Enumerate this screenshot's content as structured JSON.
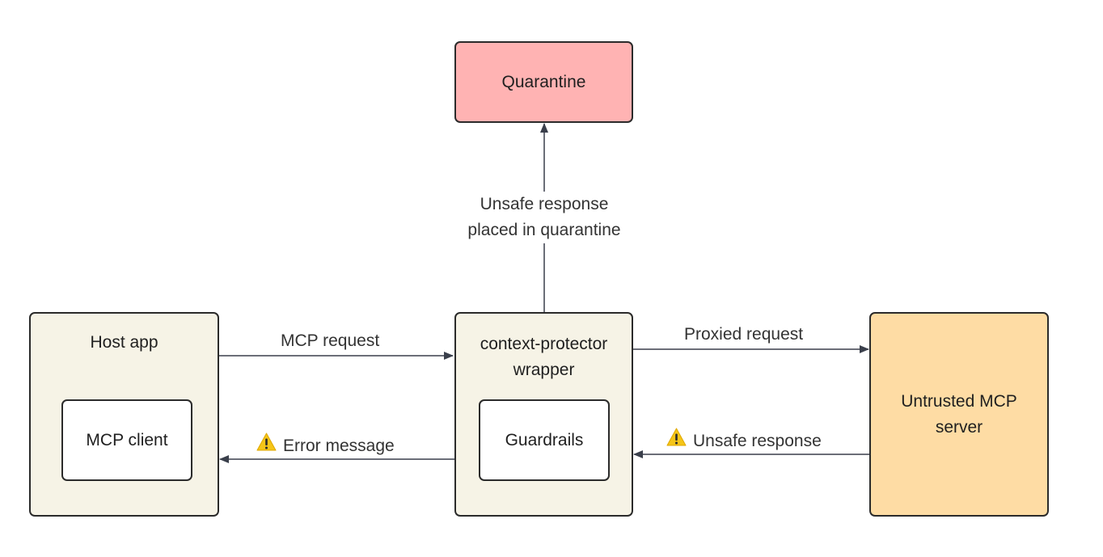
{
  "nodes": {
    "quarantine": "Quarantine",
    "host_app": "Host app",
    "mcp_client": "MCP client",
    "wrapper_line1": "context-protector",
    "wrapper_line2": "wrapper",
    "guardrails": "Guardrails",
    "server_line1": "Untrusted MCP",
    "server_line2": "server"
  },
  "edges": {
    "mcp_request": "MCP request",
    "proxied_request": "Proxied request",
    "unsafe_response": "Unsafe response",
    "error_message": "Error message",
    "quarantine_line1": "Unsafe response",
    "quarantine_line2": "placed in quarantine"
  },
  "icons": {
    "warning": "warning-icon"
  },
  "colors": {
    "quarantine_fill": "#ffb3b3",
    "component_fill": "#f6f3e6",
    "server_fill": "#fedca4",
    "stroke": "#2b2b2b",
    "warning": "#f5c518"
  }
}
